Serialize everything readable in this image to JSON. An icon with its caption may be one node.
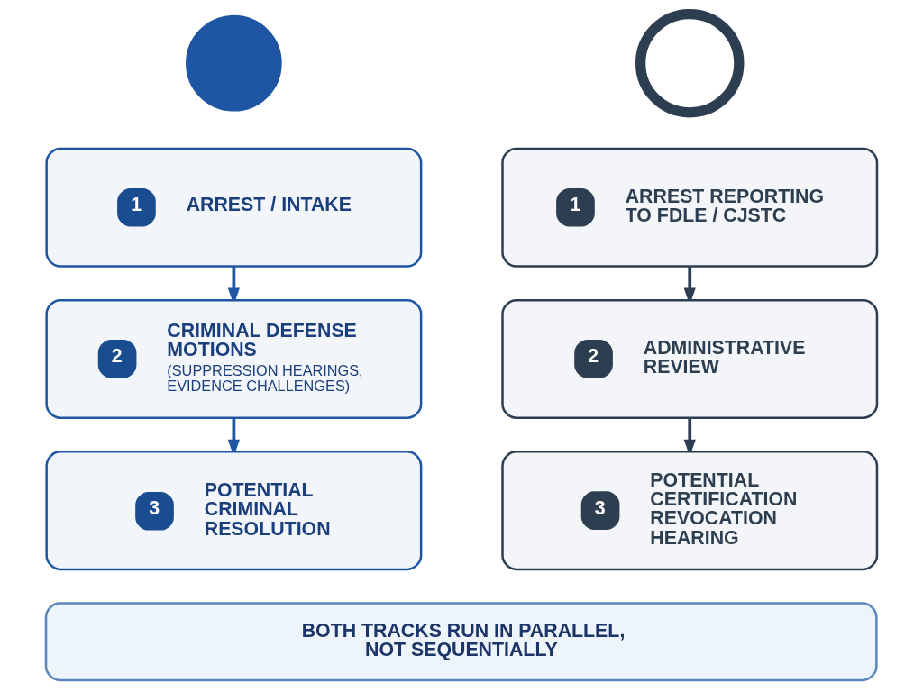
{
  "diagram": {
    "nodes": [
      {
        "text": [],
        "shape": "circle"
      },
      {
        "text": [],
        "shape": "circle"
      },
      {
        "text": [
          "1",
          "ARREST / INTAKE"
        ]
      },
      {
        "text": [
          "1",
          "ARREST REPORTING TO FDLE / CJSTC"
        ]
      },
      {
        "text": [
          "2",
          "CRIMINAL DEFENSE MOTIONS",
          "(SUPPRESSION HEARINGS, EVIDENCE CHALLENGES)"
        ]
      },
      {
        "text": [
          "2",
          "ADMINISTRATIVE REVIEW"
        ]
      },
      {
        "text": [
          "3",
          "POTENTIAL CRIMINAL RESOLUTION"
        ]
      },
      {
        "text": [
          "3",
          "POTENTIAL CERTIFICATION REVOCATION HEARING"
        ]
      },
      {
        "text": [
          "BOTH TRACKS RUN IN PARALLEL, NOT SEQUENTIALLY"
        ]
      }
    ],
    "edges": [
      {
        "from": 2,
        "to": 4,
        "arrow": "to",
        "color": "#1f56a3"
      },
      {
        "from": 4,
        "to": 6,
        "arrow": "to",
        "color": "#1f56a3"
      },
      {
        "from": 3,
        "to": 5,
        "arrow": "to",
        "color": "#2c3e50"
      },
      {
        "from": 5,
        "to": 7,
        "arrow": "to",
        "color": "#2c3e50"
      }
    ]
  }
}
